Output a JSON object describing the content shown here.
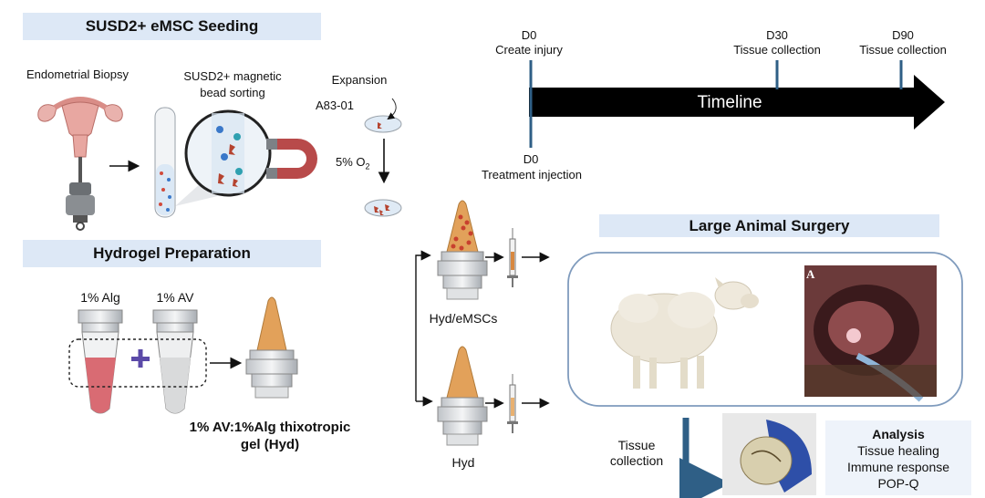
{
  "headers": {
    "seeding": "SUSD2+ eMSC Seeding",
    "hydrogel": "Hydrogel Preparation",
    "surgery": "Large Animal Surgery"
  },
  "seeding": {
    "biopsy_label": "Endometrial Biopsy",
    "sorting_label_1": "SUSD2+ magnetic",
    "sorting_label_2": "bead sorting",
    "expansion_label": "Expansion",
    "a83_label": "A83-01",
    "o2_label": "5% O",
    "o2_sub": "2"
  },
  "hydrogel": {
    "alg_label": "1% Alg",
    "av_label": "1% AV",
    "gel_label_1": "1% AV:1%Alg thixotropic",
    "gel_label_2": "gel (Hyd)"
  },
  "treatments": {
    "hyd_emscs": "Hyd/eMSCs",
    "hyd": "Hyd"
  },
  "timeline": {
    "title": "Timeline",
    "d0_top_day": "D0",
    "d0_top_event": "Create injury",
    "d30_day": "D30",
    "d30_event": "Tissue collection",
    "d90_day": "D90",
    "d90_event": "Tissue collection",
    "d0_bottom_day": "D0",
    "d0_bottom_event": "Treatment injection"
  },
  "surgery": {
    "photo_letter": "A",
    "tissue_collection_1": "Tissue",
    "tissue_collection_2": "collection"
  },
  "analysis": {
    "title": "Analysis",
    "items": [
      "Tissue healing",
      "Immune response",
      "POP-Q"
    ]
  }
}
